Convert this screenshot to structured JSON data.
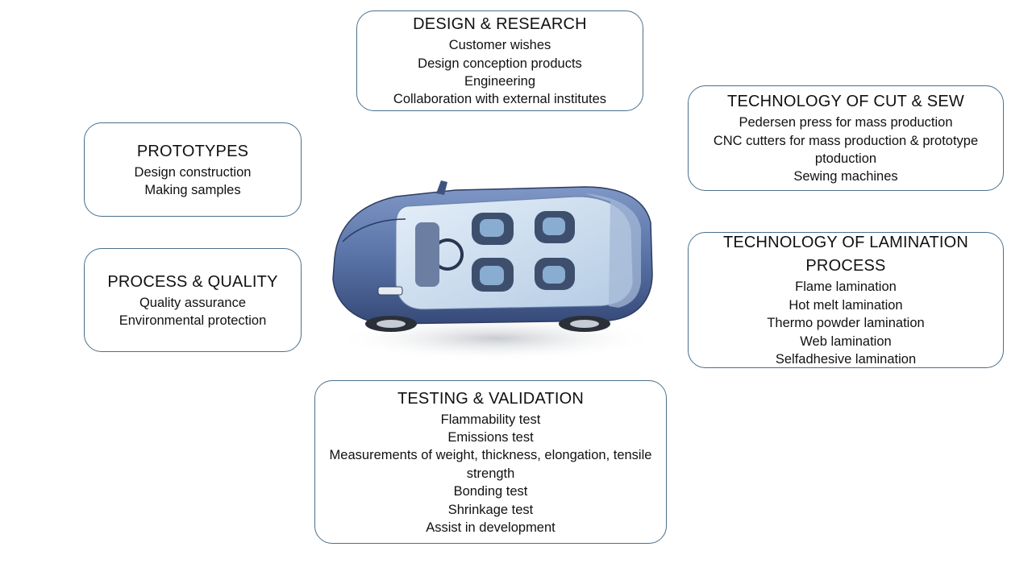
{
  "boxes": {
    "design_research": {
      "title": "DESIGN & RESEARCH",
      "items": [
        "Customer wishes",
        "Design conception products",
        "Engineering",
        "Collaboration with external institutes"
      ]
    },
    "cut_sew": {
      "title": "TECHNOLOGY OF CUT & SEW",
      "items": [
        "Pedersen press for mass production",
        "CNC cutters for mass production & prototype ptoduction",
        "Sewing machines"
      ]
    },
    "prototypes": {
      "title": "PROTOTYPES",
      "items": [
        "Design construction",
        "Making samples"
      ]
    },
    "process_quality": {
      "title": "PROCESS & QUALITY",
      "items": [
        "Quality assurance",
        "Environmental protection"
      ]
    },
    "lamination": {
      "title": "TECHNOLOGY OF LAMINATION PROCESS",
      "items": [
        "Flame lamination",
        "Hot melt lamination",
        "Thermo powder lamination",
        "Web lamination",
        "Selfadhesive lamination"
      ]
    },
    "testing_validation": {
      "title": "TESTING & VALIDATION",
      "items": [
        "Flammability test",
        "Emissions test",
        "Measurements of weight, thickness, elongation, tensile strength",
        "Bonding test",
        "Shrinkage test",
        "Assist in development"
      ]
    }
  },
  "colors": {
    "box_border": "#4a6f8a",
    "car_body": "#5a74a8",
    "car_glass": "#c8dcf0",
    "seat_fabric": "#3e4f6e"
  },
  "icons": [
    "car-cutaway-illustration"
  ]
}
